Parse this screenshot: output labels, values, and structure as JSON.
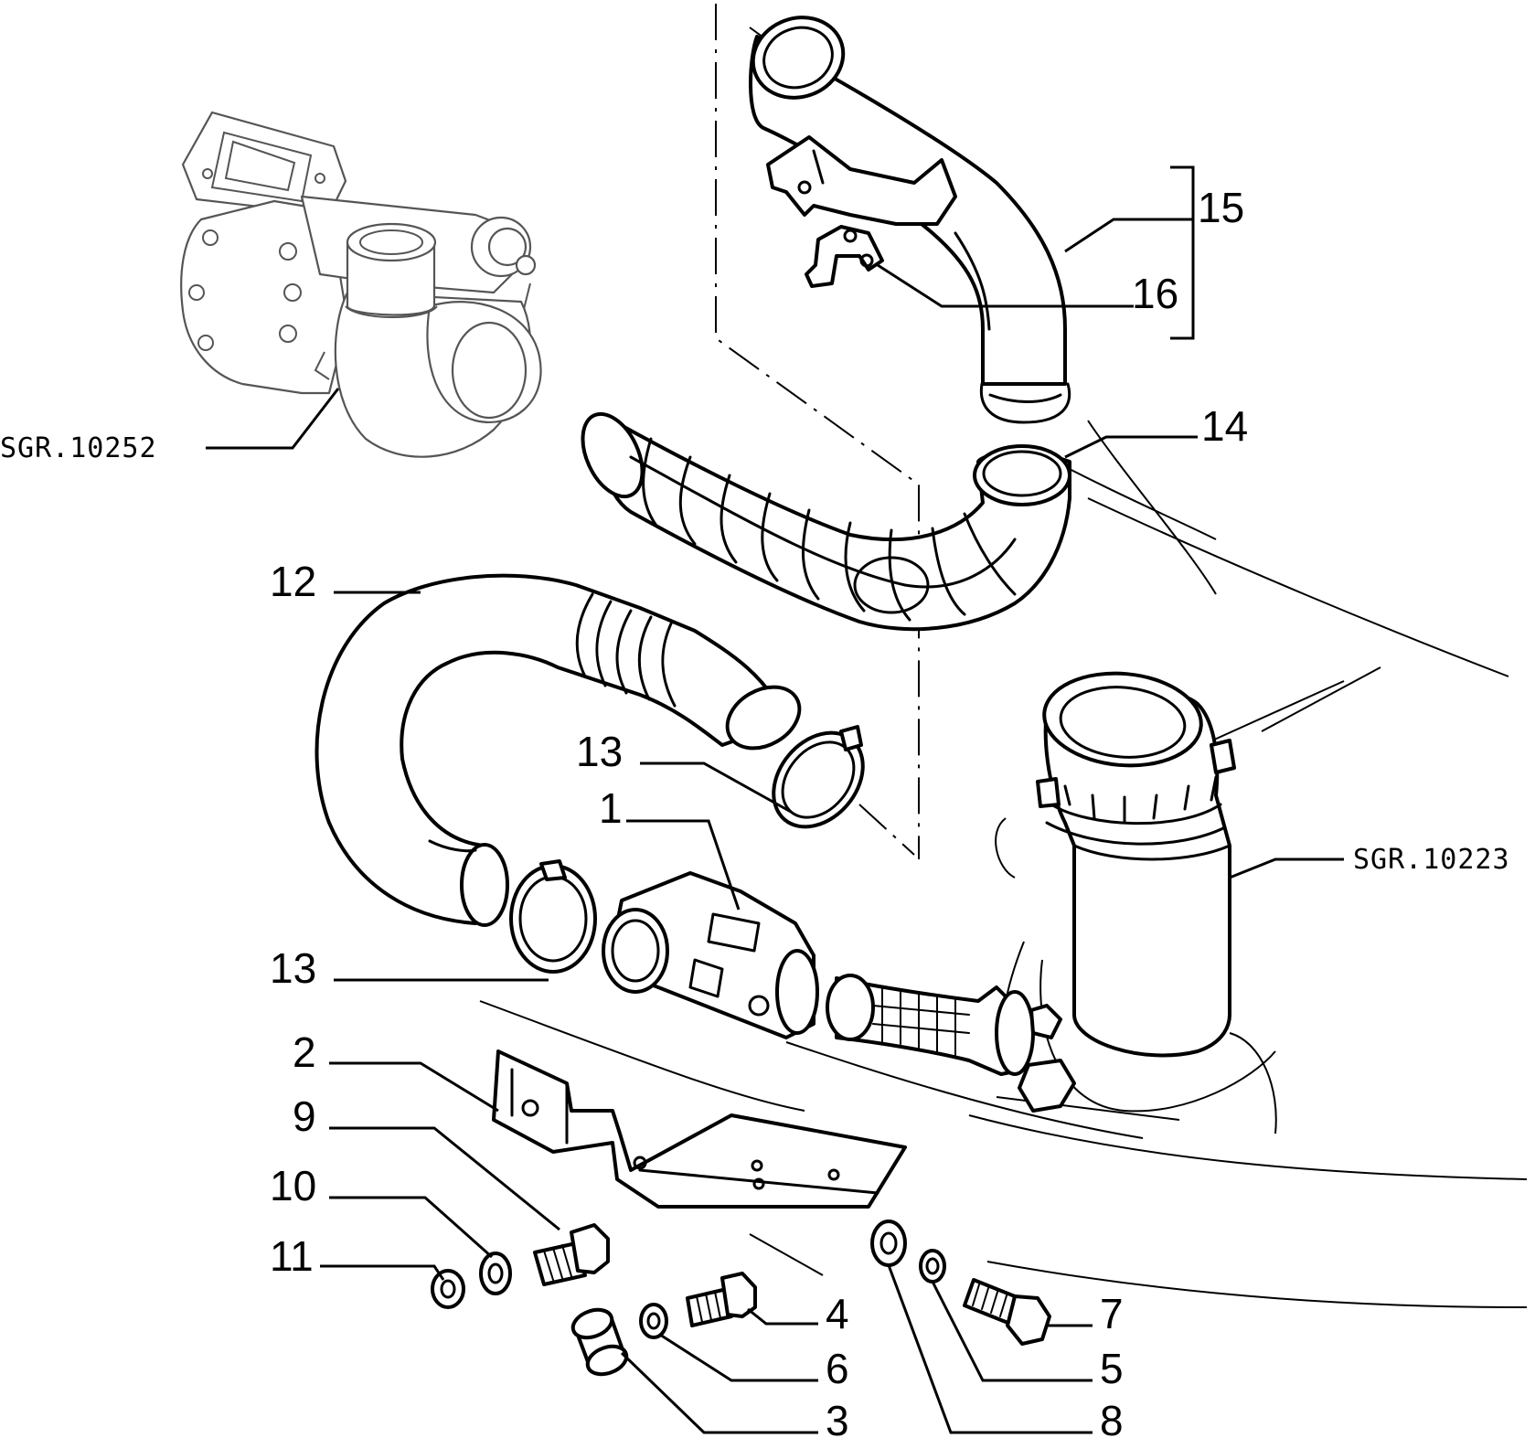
{
  "diagram": {
    "references": {
      "turbo": "SGR.10252",
      "air_filter": "SGR.10223"
    },
    "callouts": [
      {
        "id": "c15",
        "label": "15"
      },
      {
        "id": "c16",
        "label": "16"
      },
      {
        "id": "c14",
        "label": "14"
      },
      {
        "id": "c12",
        "label": "12"
      },
      {
        "id": "c13a",
        "label": "13"
      },
      {
        "id": "c1",
        "label": "1"
      },
      {
        "id": "c13b",
        "label": "13"
      },
      {
        "id": "c2",
        "label": "2"
      },
      {
        "id": "c9",
        "label": "9"
      },
      {
        "id": "c10",
        "label": "10"
      },
      {
        "id": "c11",
        "label": "11"
      },
      {
        "id": "c4",
        "label": "4"
      },
      {
        "id": "c7",
        "label": "7"
      },
      {
        "id": "c6",
        "label": "6"
      },
      {
        "id": "c5",
        "label": "5"
      },
      {
        "id": "c3",
        "label": "3"
      },
      {
        "id": "c8",
        "label": "8"
      }
    ]
  }
}
